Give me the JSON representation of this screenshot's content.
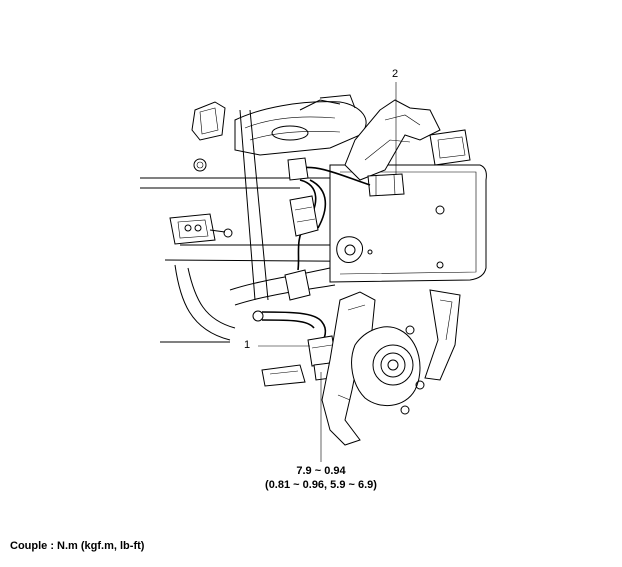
{
  "callouts": {
    "one": "1",
    "two": "2"
  },
  "torque": {
    "line1": "7.9 ~ 0.94",
    "line2": "(0.81 ~ 0.96, 5.9 ~ 6.9)"
  },
  "footer": {
    "units": "Couple : N.m (kgf.m, lb-ft)"
  }
}
